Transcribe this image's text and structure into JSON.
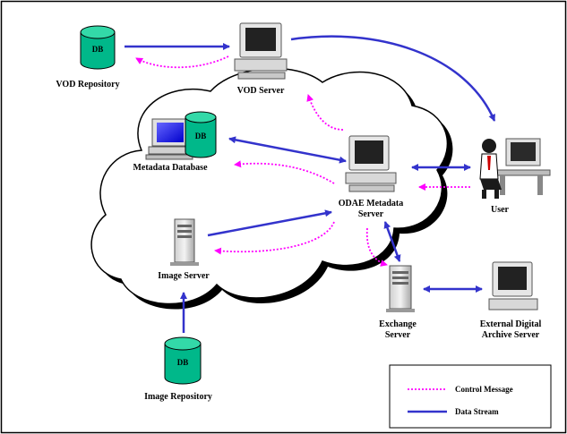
{
  "nodes": {
    "vod_repository": {
      "label": "VOD Repository",
      "icon": "database-icon",
      "badge": "DB"
    },
    "vod_server": {
      "label": "VOD Server",
      "icon": "computer-icon"
    },
    "metadata_database": {
      "label": "Metadata Database",
      "icon": "computer-database-icon",
      "badge": "DB"
    },
    "odae_server": {
      "label_line1": "ODAE Metadata",
      "label_line2": "Server",
      "icon": "computer-icon"
    },
    "user": {
      "label": "User",
      "icon": "user-at-desk-icon"
    },
    "image_server": {
      "label": "Image Server",
      "icon": "tower-server-icon"
    },
    "image_repository": {
      "label": "Image Repository",
      "icon": "database-icon",
      "badge": "DB"
    },
    "exchange_server": {
      "label_line1": "Exchange",
      "label_line2": "Server",
      "icon": "tower-server-icon"
    },
    "external_archive": {
      "label_line1": "External Digital",
      "label_line2": "Archive Server",
      "icon": "computer-icon"
    }
  },
  "legend": {
    "control": {
      "label": "Control Message",
      "color": "#ff00ff",
      "style": "dotted"
    },
    "data": {
      "label": "Data Stream",
      "color": "#3333cc",
      "style": "solid"
    }
  },
  "colors": {
    "database": "#00b88a",
    "screen": "#0000ff"
  }
}
